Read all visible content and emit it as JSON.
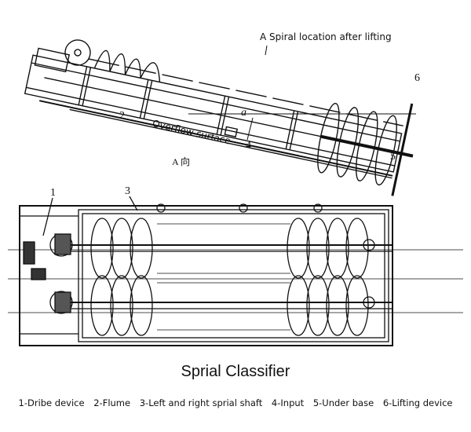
{
  "diagram": {
    "side_view_labels": {
      "a_spiral": "A Spiral location after lifting",
      "overflow": "Overflow surface",
      "a_direction": "A 向",
      "angle": "a",
      "n2": "2",
      "n4": "4",
      "n5": "5",
      "n6": "6"
    },
    "top_view_labels": {
      "n1": "1",
      "n3": "3"
    },
    "title": "Sprial Classifier",
    "legend": [
      "1-Dribe device",
      "2-Flume",
      "3-Left and right sprial shaft",
      "4-Input",
      "5-Under base",
      "6-Lifting device"
    ]
  }
}
